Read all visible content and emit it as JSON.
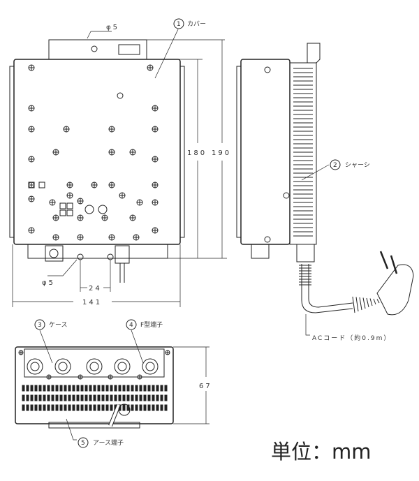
{
  "parts": [
    {
      "no": "1",
      "name": "カバー"
    },
    {
      "no": "2",
      "name": "シャーシ"
    },
    {
      "no": "3",
      "name": "ケース"
    },
    {
      "no": "4",
      "name": "F型端子"
    },
    {
      "no": "5",
      "name": "アース端子"
    }
  ],
  "dimensions": {
    "hole_top": "φ5",
    "hole_bottom": "φ5",
    "height_body": "180",
    "height_total": "190",
    "hole_pitch": "24",
    "width": "141",
    "depth": "67"
  },
  "cord_label": "ACコード（約0.9m）",
  "unit_label": "単位：mm"
}
